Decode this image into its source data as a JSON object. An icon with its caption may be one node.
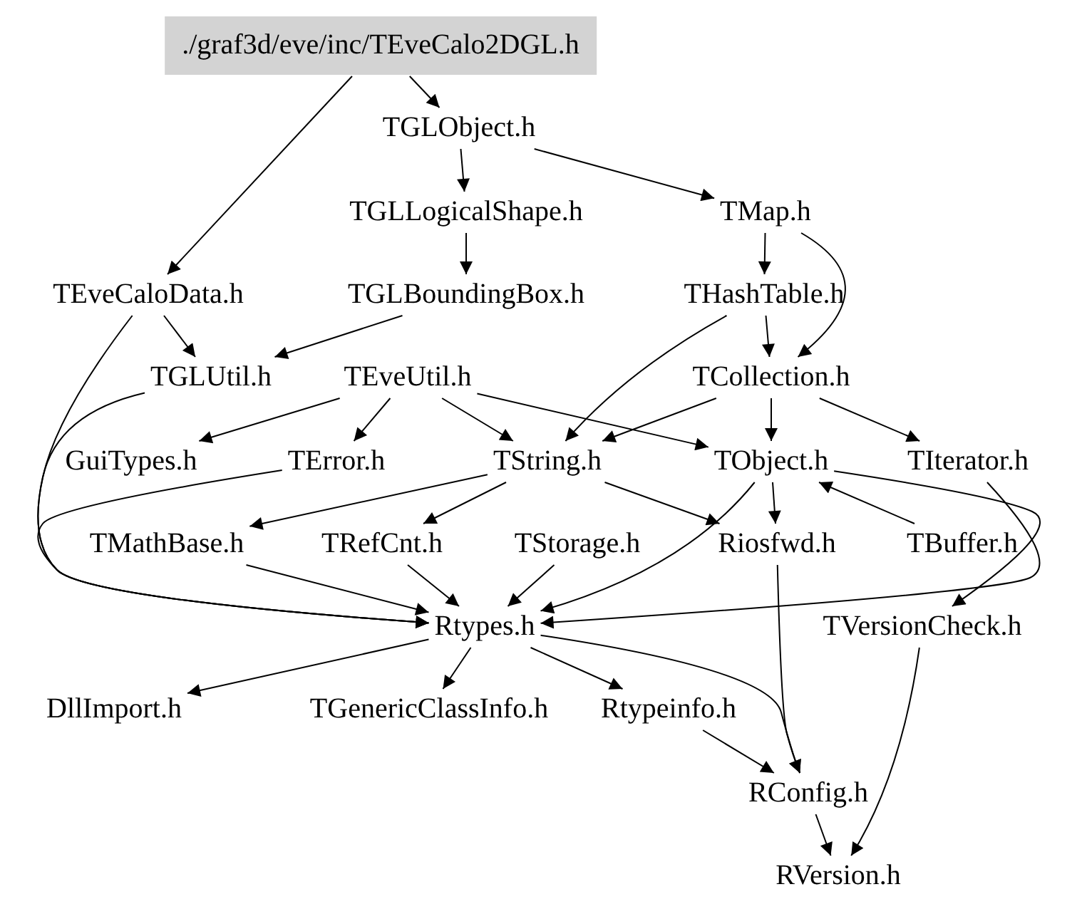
{
  "diagram": {
    "nodes": [
      {
        "text": [
          "./graf3d/eve/inc/TEveCalo2DGL.h"
        ]
      },
      {
        "text": [
          "TGLObject.h"
        ]
      },
      {
        "text": [
          "TGLLogicalShape.h"
        ]
      },
      {
        "text": [
          "TMap.h"
        ]
      },
      {
        "text": [
          "TEveCaloData.h"
        ]
      },
      {
        "text": [
          "TGLBoundingBox.h"
        ]
      },
      {
        "text": [
          "THashTable.h"
        ]
      },
      {
        "text": [
          "TGLUtil.h"
        ]
      },
      {
        "text": [
          "TEveUtil.h"
        ]
      },
      {
        "text": [
          "TCollection.h"
        ]
      },
      {
        "text": [
          "GuiTypes.h"
        ]
      },
      {
        "text": [
          "TError.h"
        ]
      },
      {
        "text": [
          "TString.h"
        ]
      },
      {
        "text": [
          "TObject.h"
        ]
      },
      {
        "text": [
          "TIterator.h"
        ]
      },
      {
        "text": [
          "TMathBase.h"
        ]
      },
      {
        "text": [
          "TRefCnt.h"
        ]
      },
      {
        "text": [
          "TStorage.h"
        ]
      },
      {
        "text": [
          "Riosfwd.h"
        ]
      },
      {
        "text": [
          "TBuffer.h"
        ]
      },
      {
        "text": [
          "Rtypes.h"
        ]
      },
      {
        "text": [
          "TVersionCheck.h"
        ]
      },
      {
        "text": [
          "DllImport.h"
        ]
      },
      {
        "text": [
          "TGenericClassInfo.h"
        ]
      },
      {
        "text": [
          "Rtypeinfo.h"
        ]
      },
      {
        "text": [
          "RConfig.h"
        ]
      },
      {
        "text": [
          "RVersion.h"
        ]
      }
    ],
    "edges": [
      {
        "from": 0,
        "to": 1,
        "arrow": "to"
      },
      {
        "from": 0,
        "to": 4,
        "arrow": "to"
      },
      {
        "from": 1,
        "to": 2,
        "arrow": "to"
      },
      {
        "from": 1,
        "to": 3,
        "arrow": "to"
      },
      {
        "from": 2,
        "to": 5,
        "arrow": "to"
      },
      {
        "from": 3,
        "to": 6,
        "arrow": "to"
      },
      {
        "from": 3,
        "to": 9,
        "arrow": "to"
      },
      {
        "from": 4,
        "to": 7,
        "arrow": "to"
      },
      {
        "from": 5,
        "to": 7,
        "arrow": "to"
      },
      {
        "from": 4,
        "to": 20,
        "arrow": "to"
      },
      {
        "from": 7,
        "to": 20,
        "arrow": "to"
      },
      {
        "from": 6,
        "to": 9,
        "arrow": "to"
      },
      {
        "from": 6,
        "to": 12,
        "arrow": "to"
      },
      {
        "from": 8,
        "to": 10,
        "arrow": "to"
      },
      {
        "from": 8,
        "to": 11,
        "arrow": "to"
      },
      {
        "from": 8,
        "to": 12,
        "arrow": "to"
      },
      {
        "from": 8,
        "to": 13,
        "arrow": "to"
      },
      {
        "from": 9,
        "to": 12,
        "arrow": "to"
      },
      {
        "from": 9,
        "to": 13,
        "arrow": "to"
      },
      {
        "from": 9,
        "to": 14,
        "arrow": "to"
      },
      {
        "from": 11,
        "to": 20,
        "arrow": "to"
      },
      {
        "from": 12,
        "to": 15,
        "arrow": "to"
      },
      {
        "from": 12,
        "to": 16,
        "arrow": "to"
      },
      {
        "from": 12,
        "to": 18,
        "arrow": "to"
      },
      {
        "from": 13,
        "to": 18,
        "arrow": "to"
      },
      {
        "from": 13,
        "to": 20,
        "arrow": "to"
      },
      {
        "from": 19,
        "to": 13,
        "arrow": "to"
      },
      {
        "from": 13,
        "to": 21,
        "arrow": "to"
      },
      {
        "from": 14,
        "to": 20,
        "arrow": "to"
      },
      {
        "from": 15,
        "to": 20,
        "arrow": "to"
      },
      {
        "from": 16,
        "to": 20,
        "arrow": "to"
      },
      {
        "from": 17,
        "to": 20,
        "arrow": "to"
      },
      {
        "from": 20,
        "to": 22,
        "arrow": "to"
      },
      {
        "from": 20,
        "to": 23,
        "arrow": "to"
      },
      {
        "from": 20,
        "to": 24,
        "arrow": "to"
      },
      {
        "from": 20,
        "to": 25,
        "arrow": "to"
      },
      {
        "from": 18,
        "to": 25,
        "arrow": "to"
      },
      {
        "from": 24,
        "to": 25,
        "arrow": "to"
      },
      {
        "from": 25,
        "to": 26,
        "arrow": "to"
      },
      {
        "from": 21,
        "to": 26,
        "arrow": "to"
      }
    ]
  }
}
